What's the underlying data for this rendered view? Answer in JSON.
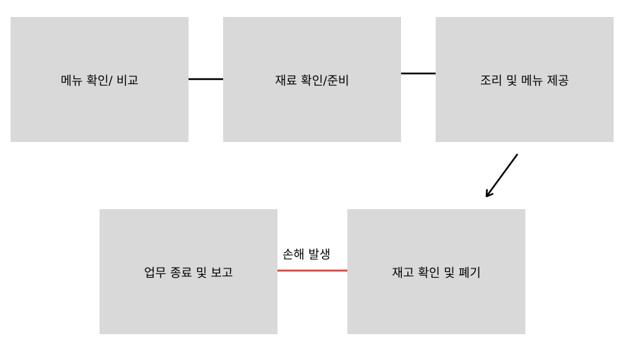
{
  "steps": [
    {
      "label": "메뉴 확인/ 비교"
    },
    {
      "label": "재료 확인/준비"
    },
    {
      "label": "조리 및 메뉴 제공"
    },
    {
      "label": "재고 확인 및 폐기"
    },
    {
      "label": "업무 종료 및 보고"
    }
  ],
  "edges": {
    "loss_label": "손해 발생"
  },
  "colors": {
    "box_fill": "#d9d9d9",
    "arrow": "#000000",
    "loss_arrow": "#d9463b"
  }
}
